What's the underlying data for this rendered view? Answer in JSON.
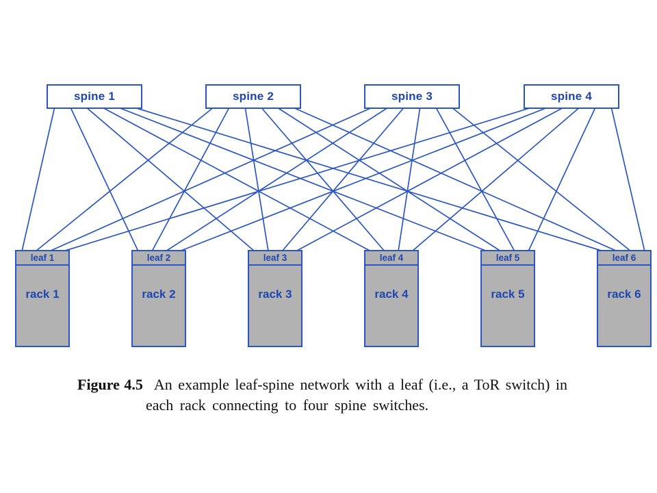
{
  "colors": {
    "line_blue": "#2a55c4",
    "text_blue": "#1f46b0",
    "rack_fill": "#b2b2b2",
    "spine_fill": "#ffffff",
    "caption_text": "#111111",
    "page_background": "#ffffff"
  },
  "diagram": {
    "type": "leaf-spine-network-topology",
    "spines": [
      {
        "label": "spine 1"
      },
      {
        "label": "spine 2"
      },
      {
        "label": "spine 3"
      },
      {
        "label": "spine 4"
      }
    ],
    "leaves": [
      {
        "leaf_label": "leaf 1",
        "rack_label": "rack 1"
      },
      {
        "leaf_label": "leaf 2",
        "rack_label": "rack 2"
      },
      {
        "leaf_label": "leaf 3",
        "rack_label": "rack 3"
      },
      {
        "leaf_label": "leaf 4",
        "rack_label": "rack 4"
      },
      {
        "leaf_label": "leaf 5",
        "rack_label": "rack 5"
      },
      {
        "leaf_label": "leaf 6",
        "rack_label": "rack 6"
      }
    ],
    "connections": [
      [
        "spine 1",
        "leaf 1"
      ],
      [
        "spine 1",
        "leaf 2"
      ],
      [
        "spine 1",
        "leaf 3"
      ],
      [
        "spine 1",
        "leaf 4"
      ],
      [
        "spine 1",
        "leaf 5"
      ],
      [
        "spine 1",
        "leaf 6"
      ],
      [
        "spine 2",
        "leaf 1"
      ],
      [
        "spine 2",
        "leaf 2"
      ],
      [
        "spine 2",
        "leaf 3"
      ],
      [
        "spine 2",
        "leaf 4"
      ],
      [
        "spine 2",
        "leaf 5"
      ],
      [
        "spine 2",
        "leaf 6"
      ],
      [
        "spine 3",
        "leaf 1"
      ],
      [
        "spine 3",
        "leaf 2"
      ],
      [
        "spine 3",
        "leaf 3"
      ],
      [
        "spine 3",
        "leaf 4"
      ],
      [
        "spine 3",
        "leaf 5"
      ],
      [
        "spine 3",
        "leaf 6"
      ],
      [
        "spine 4",
        "leaf 1"
      ],
      [
        "spine 4",
        "leaf 2"
      ],
      [
        "spine 4",
        "leaf 3"
      ],
      [
        "spine 4",
        "leaf 4"
      ],
      [
        "spine 4",
        "leaf 5"
      ],
      [
        "spine 4",
        "leaf 6"
      ]
    ]
  },
  "caption": {
    "label": "Figure 4.5",
    "line1": "An example leaf-spine network with a leaf (i.e., a ToR switch) in",
    "line2": "each rack connecting to four spine switches."
  }
}
